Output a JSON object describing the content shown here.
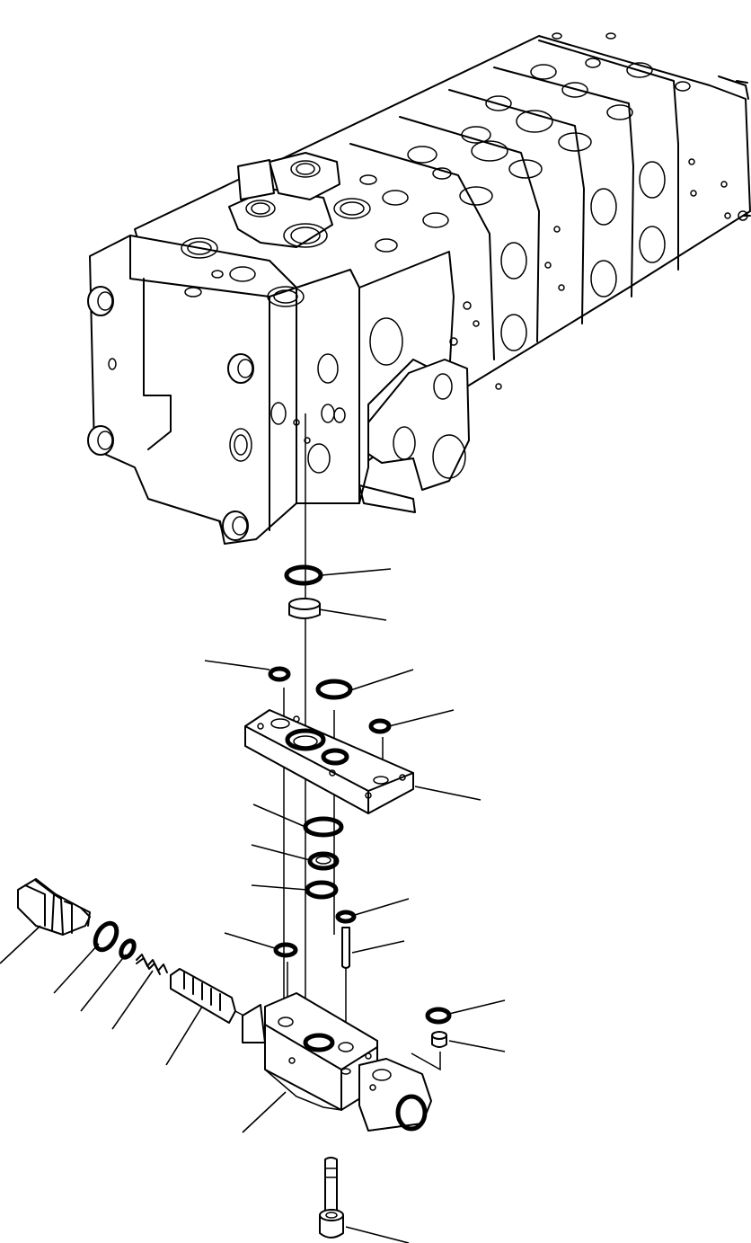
{
  "figure": {
    "kind": "exploded-parts-diagram",
    "subject": "control-valve-service-section",
    "callout_leaders": 18,
    "labels_printed": false
  },
  "colors": {
    "background": "#ffffff",
    "line": "#000000"
  }
}
